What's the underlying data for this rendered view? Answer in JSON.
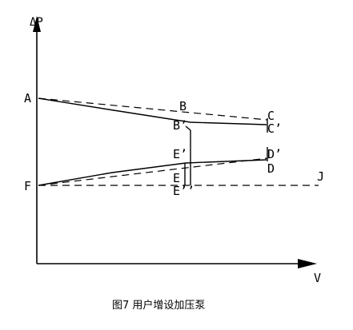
{
  "axes": {
    "y_label": "ΔP",
    "x_label": "V"
  },
  "points": {
    "A": "A",
    "B": "B",
    "B_prime": "B’",
    "C": "C",
    "C_prime": "C’",
    "D": "D",
    "D_prime": "D’",
    "E": "E",
    "E_prime": "E’",
    "E_double_prime": "E’’",
    "F": "F",
    "J": "J"
  },
  "caption": "图7 用户增设加压泵"
}
